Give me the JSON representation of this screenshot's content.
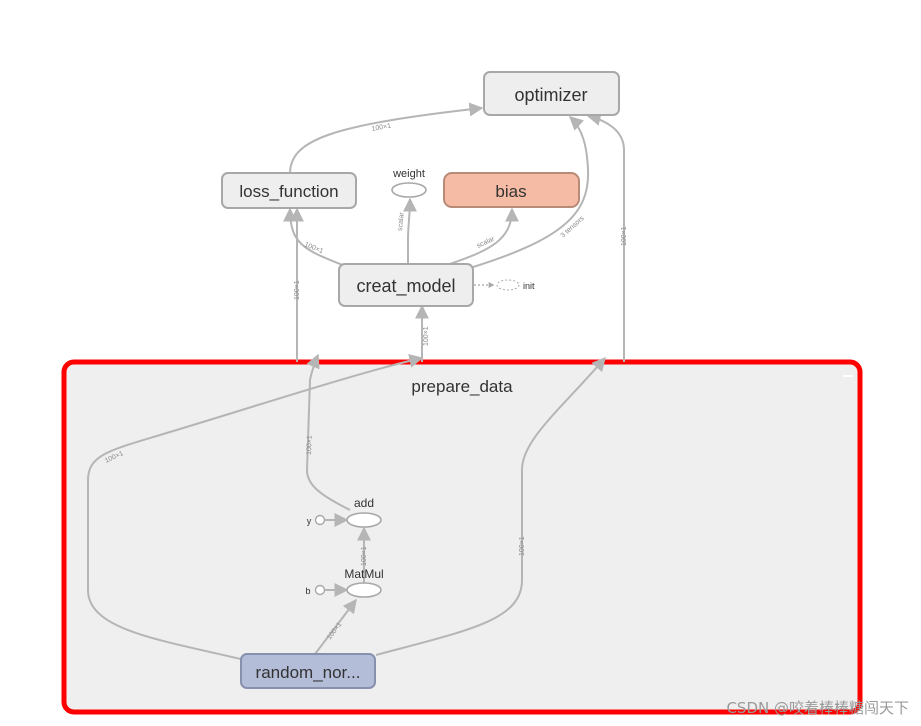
{
  "diagram": {
    "nodes": {
      "optimizer": "optimizer",
      "loss_function": "loss_function",
      "weight": "weight",
      "bias": "bias",
      "creat_model": "creat_model",
      "init": "init",
      "prepare_data": "prepare_data",
      "add": "add",
      "y": "y",
      "matmul": "MatMul",
      "b": "b",
      "random_normal": "random_nor..."
    },
    "edge_labels": {
      "loss_to_optimizer": "100×1",
      "model_to_loss": "100×1",
      "model_to_weight": "scalar",
      "model_to_bias": "scalar",
      "model_to_optimizer": "3 tensors",
      "prepare_to_optimizer": "100×1",
      "prepare_to_loss": "100×1",
      "prepare_to_model": "100×1",
      "random_to_model": "100×1",
      "add_to_loss": "100×1",
      "matmul_to_add": "100×1",
      "random_to_matmul": "100×1",
      "random_to_optimizer": "100×1"
    },
    "colors": {
      "default_node_fill": "#eeeeee",
      "default_node_stroke": "#a8a8a8",
      "bias_fill": "#f6bba5",
      "bias_stroke": "#b88a78",
      "random_fill": "#b4bdd8",
      "random_stroke": "#8790ad",
      "group_fill": "#efefef",
      "group_highlight": "#ff0000",
      "edge": "#b5b5b5"
    }
  },
  "watermark": "CSDN @咬着棒棒糖闯天下"
}
